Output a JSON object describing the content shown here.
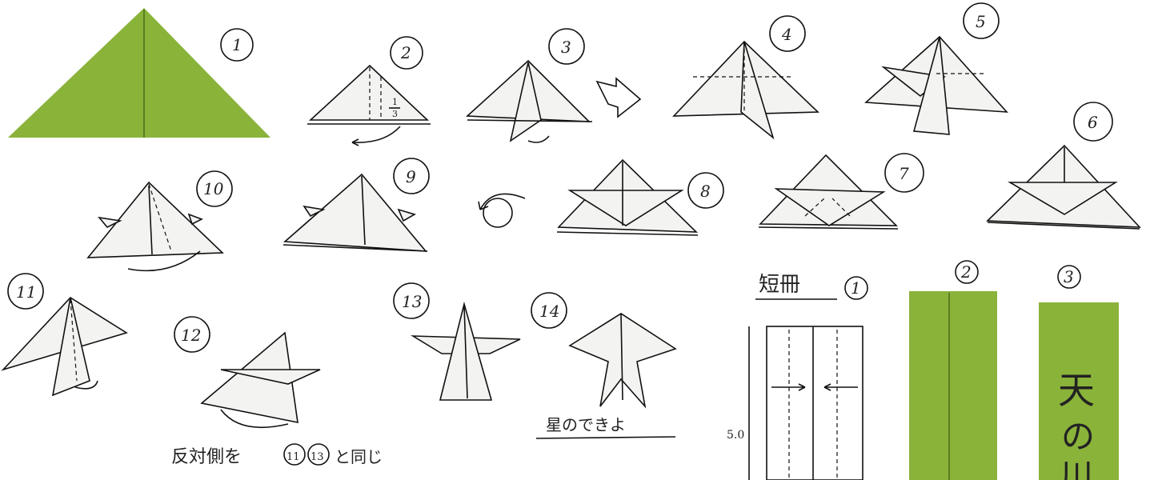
{
  "colors": {
    "paper_green": "#8ab33a",
    "ink": "#111111",
    "paper": "#ffffff"
  },
  "steps": {
    "s1": "1",
    "s2": "2",
    "s3": "3",
    "s4": "4",
    "s5": "5",
    "s6": "6",
    "s7": "7",
    "s8": "8",
    "s9": "9",
    "s10": "10",
    "s11": "11",
    "s12": "12",
    "s13": "13",
    "s14": "14"
  },
  "fraction": {
    "num": "1",
    "den": "3"
  },
  "notes": {
    "reverse_side": "反対側を",
    "ref_a": "11",
    "ref_b": "13",
    "same_as": "と同じ",
    "star_done": "星のできよ"
  },
  "tanzaku": {
    "title": "短冊",
    "step1": "1",
    "step2": "2",
    "step3": "3",
    "length": "5.0",
    "inscription": [
      "天",
      "の",
      "川"
    ]
  }
}
